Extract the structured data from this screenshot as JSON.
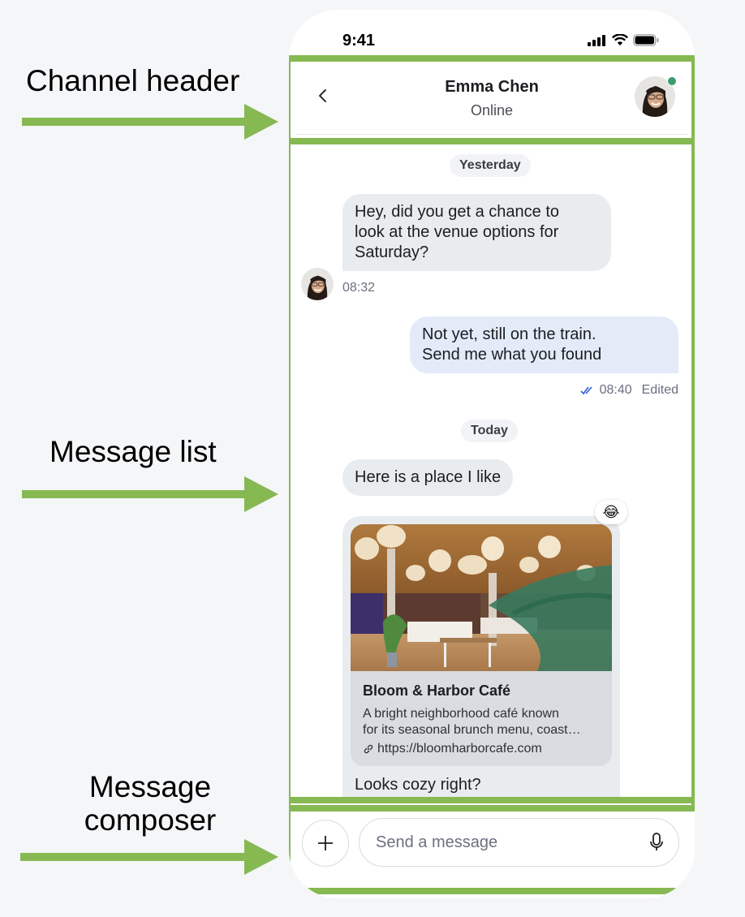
{
  "annotations": {
    "channel_header": "Channel header",
    "message_list": "Message list",
    "message_composer_line1": "Message",
    "message_composer_line2": "composer",
    "highlight_color": "#86b952"
  },
  "status_bar": {
    "time": "9:41",
    "icons": [
      "cellular-signal-icon",
      "wifi-icon",
      "battery-icon"
    ]
  },
  "header": {
    "back_icon": "chevron-left-icon",
    "title": "Emma Chen",
    "subtitle": "Online",
    "online_color": "#3c9d6d"
  },
  "messages": {
    "date_yesterday": "Yesterday",
    "msg1": {
      "text": "Hey, did you get a chance to look at the venue options for Saturday?",
      "line1": "Hey, did you get a chance to",
      "line2": "look at the venue options for",
      "line3": "Saturday?",
      "time": "08:32",
      "direction": "incoming"
    },
    "msg2": {
      "line1": "Not yet, still on the train.",
      "line2": "Send me what you found",
      "read_icon": "double-check-icon",
      "time": "08:40",
      "status": "Edited",
      "direction": "outgoing"
    },
    "date_today": "Today",
    "msg3": {
      "text": "Here is a place I like",
      "direction": "incoming"
    },
    "msg4": {
      "reaction": "😂",
      "link_preview": {
        "title": "Bloom & Harbor Café",
        "desc_line1": "A bright neighborhood café known",
        "desc_line2": "for its seasonal brunch menu, coast…",
        "url": "https://bloomharborcafe.com"
      },
      "caption": "Looks cozy right?"
    }
  },
  "composer": {
    "attach_icon": "plus-icon",
    "placeholder": "Send a message",
    "mic_icon": "microphone-icon"
  }
}
